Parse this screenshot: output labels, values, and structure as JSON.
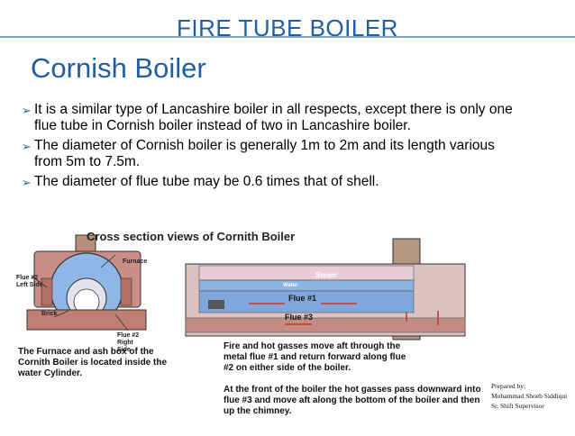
{
  "header": {
    "top_title": "FIRE TUBE BOILER",
    "heading": "Cornish Boiler"
  },
  "bullets": [
    "It is a similar type of Lancashire boiler in all respects, except there is only one flue tube in Cornish boiler instead of two in Lancashire boiler.",
    "The diameter of Cornish boiler is generally 1m to 2m and its length various from 5m to 7.5m.",
    "The diameter of flue tube may be 0.6 times that of shell."
  ],
  "figure": {
    "title": "Cross section views of Cornith Boiler",
    "labels": {
      "furnace": "Furnace",
      "flue2_left": "Flue #2 Left Side",
      "brick": "Brick",
      "flue2_right": "Flue #2 Right Side",
      "steam": "Steam",
      "water": "Water",
      "flue1": "Flue #1",
      "flue3": "Flue #3"
    },
    "caption_left": "The Furnace and ash box of the Cornith Boiler is located inside the water Cylinder.",
    "caption_right_1": "Fire and hot gasses move aft through the metal flue #1 and return forward along flue #2 on either side of the boiler.",
    "caption_right_2": "At the front of the boiler the hot gasses pass downward into flue #3 and move aft along the bottom of the boiler and then up the chimney."
  },
  "credit": [
    "Prepared by:",
    "Mohammad Shoeb Siddiqui",
    "Sr. Shift Supervisor"
  ]
}
